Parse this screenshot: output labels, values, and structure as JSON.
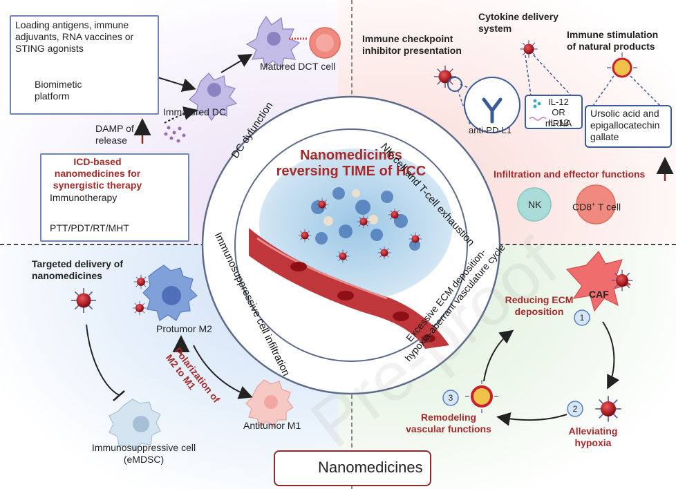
{
  "center": {
    "title_line1": "Nanomedicines",
    "title_line2": "reversing TIME of HCC"
  },
  "ring": {
    "dc": "DC dyfunction",
    "nk": "NK-cell and T-cell exhaustion",
    "immunosuppressive": "Immunosuppressive cell infiltration",
    "ecm_line1": "Excessive ECM deposition-",
    "ecm_line2": "hypoxia-aberrant vasculature cycle"
  },
  "top_left": {
    "loading_box": [
      "Loading antigens, immune",
      "adjuvants, RNA vaccines or",
      "STING agonists"
    ],
    "biomimetic": [
      "Biomimetic",
      "platform"
    ],
    "matured_dc": "Matured DC",
    "t_cell": "T cell",
    "immatured_dc": "Immatured DC",
    "damp": [
      "DAMP of",
      "release"
    ],
    "icd_box_title": [
      "ICD-based",
      "nanomedicines for",
      "synergistic therapy"
    ],
    "immunotherapy": "Immunotherapy",
    "ptt": "PTT/PDT/RT/MHT"
  },
  "top_right": {
    "checkpoint_title": [
      "Immune checkpoint",
      "inhibitor presentation"
    ],
    "anti_pdl1": "anti-PD-L1",
    "cytokine_title": [
      "Cytokine delivery",
      "system"
    ],
    "cytokine_items": [
      "IL-12",
      "OR",
      "IL-12",
      "mRNA"
    ],
    "natural_title": [
      "Immune stimulation",
      "of natural products"
    ],
    "natural_box": [
      "Ursolic acid and",
      "epigallocatechin",
      "gallate"
    ],
    "infiltration": "Infiltration and effector functions",
    "nk": "NK",
    "cd8": "CD8",
    "cd8_sup": "+",
    "cd8_rest": " T cell"
  },
  "bottom_left": {
    "targeted": [
      "Targeted delivery of",
      "nanomedicines"
    ],
    "protumor": "Protumor M2",
    "polarization": [
      "Polarization of",
      "M2 to M1"
    ],
    "antitumor": "Antitumor M1",
    "immunosuppressive_cell": [
      "Immunosuppressive cell",
      "(eMDSC)"
    ]
  },
  "bottom_right": {
    "caf": "CAF",
    "reducing": [
      "Reducing ECM",
      "deposition"
    ],
    "alleviating": [
      "Alleviating",
      "hypoxia"
    ],
    "remodeling": [
      "Remodeling",
      "vascular functions"
    ],
    "steps": [
      "1",
      "2",
      "3"
    ]
  },
  "legend": "Nanomedicines",
  "watermark": "Pre-proof",
  "colors": {
    "accent_red": "#a62a2a",
    "nano_red": "#b0202a",
    "box_blue": "#6f86b4",
    "dc_purple": "#b8b0e0",
    "tcell_red": "#f08a80",
    "macro_blue": "#7fa0d8",
    "nk_teal": "#a9dcd8"
  }
}
